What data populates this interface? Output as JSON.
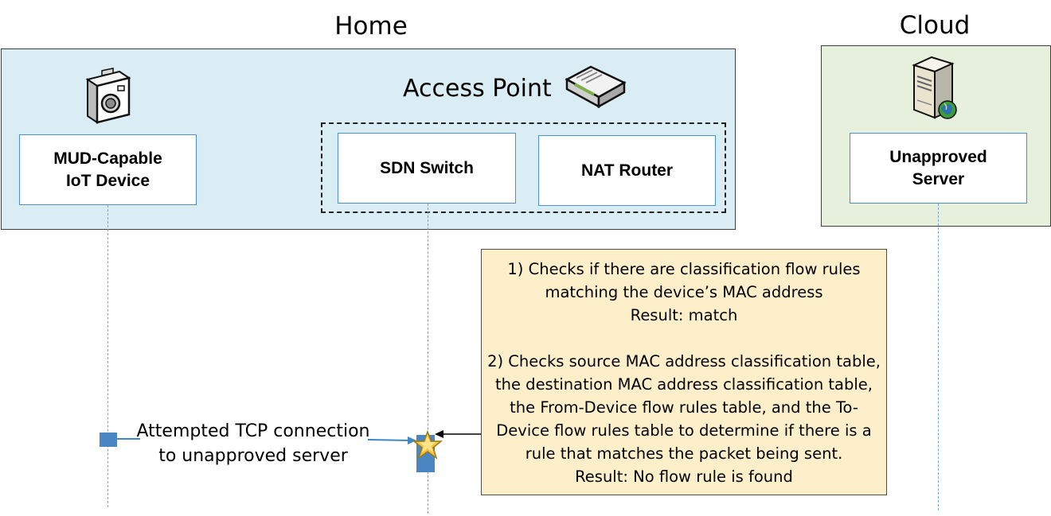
{
  "regions": {
    "home_title": "Home",
    "cloud_title": "Cloud"
  },
  "access_point": {
    "title": "Access Point"
  },
  "components": {
    "iot_device": "MUD-Capable\nIoT Device",
    "sdn_switch": "SDN Switch",
    "nat_router": "NAT Router",
    "unapproved_server": "Unapproved\nServer"
  },
  "message": {
    "label": "Attempted TCP connection\nto unapproved server"
  },
  "note": {
    "text": "1) Checks if there are classification flow rules\nmatching the device’s MAC address\nResult: match\n\n2) Checks source MAC address classification table,\nthe destination MAC address classification table,\nthe From-Device flow rules table, and the To-\nDevice flow rules table to determine if there is a\nrule that matches the packet being sent.\nResult: No flow rule is found"
  },
  "icons": {
    "device": "camera-icon",
    "access_point": "router-icon",
    "server": "server-icon",
    "event": "star-icon"
  },
  "colors": {
    "home_bg": "#daedf4",
    "cloud_bg": "#e7efdd",
    "note_bg": "#fdefc9",
    "lifeline": "#6fa8dc",
    "activation": "#4a86c1"
  }
}
